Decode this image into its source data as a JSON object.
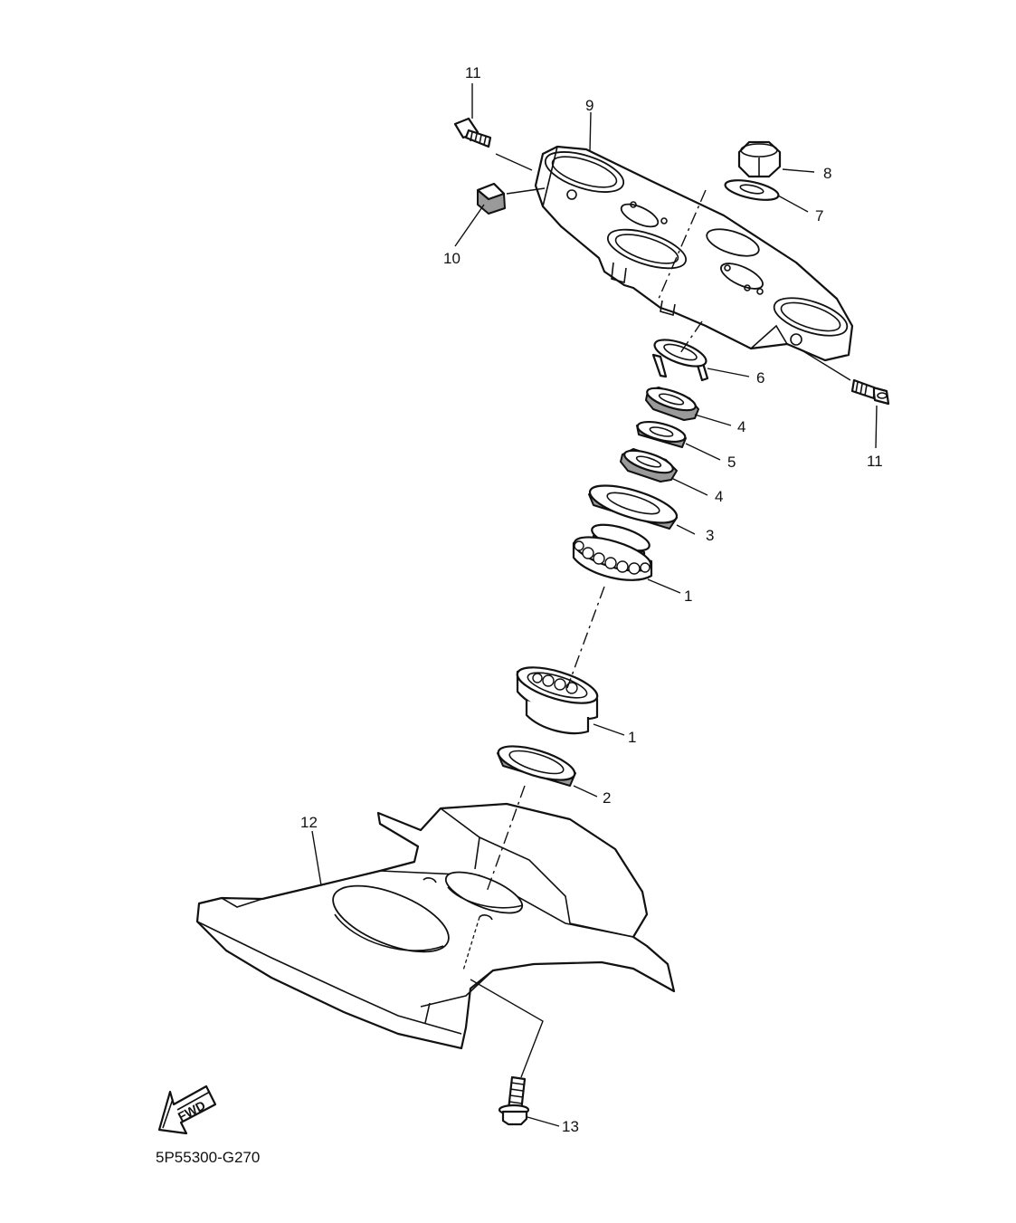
{
  "callouts": {
    "bolt_top_left": "11",
    "upper_bracket": "9",
    "cap_nut": "8",
    "washer_top": "7",
    "cap_pad": "10",
    "lock_washer": "6",
    "ring_nut_upper": "4",
    "rubber_washer": "5",
    "ring_nut_lower": "4",
    "bearing_cover": "3",
    "bearing_upper": "1",
    "bearing_lower": "1",
    "seal": "2",
    "bolt_right": "11",
    "under_bracket": "12",
    "flange_bolt": "13"
  },
  "fwd_label": "FWD",
  "diagram_code": "5P55300-G270",
  "icons": {
    "fwd_arrow": "fwd-arrow-icon"
  }
}
